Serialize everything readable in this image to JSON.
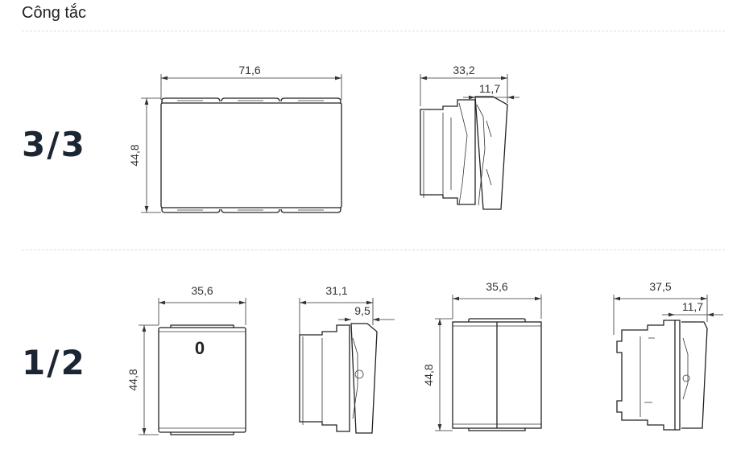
{
  "page": {
    "title": "Công tắc"
  },
  "rows": [
    {
      "size_label": "3/3",
      "front": {
        "width": "71,6",
        "height": "44,8"
      },
      "side": {
        "depth": "33,2",
        "rocker": "11,7"
      }
    },
    {
      "size_label": "1/2",
      "front_a": {
        "width": "35,6",
        "height": "44,8",
        "symbol": "0"
      },
      "side_a": {
        "depth": "31,1",
        "rocker": "9,5"
      },
      "front_b": {
        "width": "35,6",
        "height": "44,8"
      },
      "side_b": {
        "depth": "37,5",
        "rocker": "11,7"
      }
    }
  ]
}
